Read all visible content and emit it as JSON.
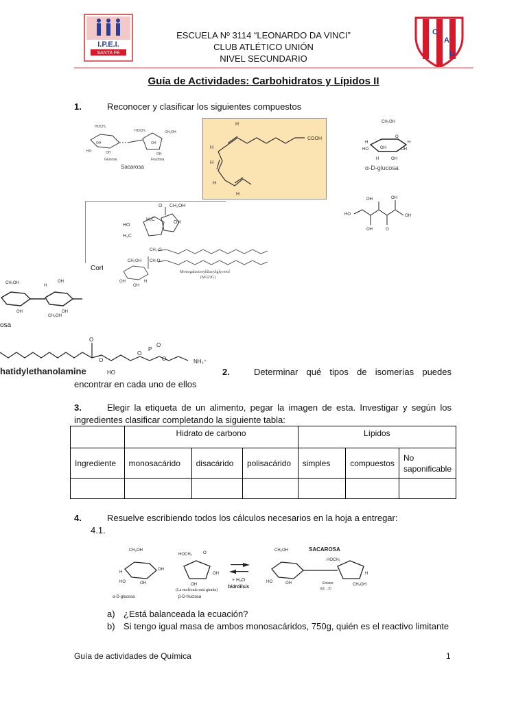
{
  "header": {
    "line1": "ESCUELA Nº 3114 “LEONARDO DA VINCI”",
    "line2": "CLUB ATLÉTICO UNIÓN",
    "line3": "NIVEL SECUNDARIO",
    "logo_left_text": "I.P.E.I.",
    "logo_left_sub": "SANTA FE",
    "logo_right_text": "CAU",
    "colors": {
      "rule": "#e8a6a6",
      "crest_red": "#d7192b",
      "logo_blue": "#2a3f9a"
    }
  },
  "title": "Guía de Actividades: Carbohidratos y Lípidos II",
  "q1": {
    "num": "1.",
    "text": "Reconocer y clasificar los siguientes compuestos"
  },
  "images": {
    "sacarosa": "Sacarosa",
    "glucosa": "α-D-glucosa",
    "cortis": "Cortis",
    "galacto": "Monogalactosyldiacylglycerol",
    "galacto2": "(MGDG)",
    "sacarosa_small_1": "Glucosa",
    "sacarosa_small_2": "Fructosa",
    "lactosa_frag": "osa",
    "pe_label": "hatidylethanolamine",
    "cooh": "COOH"
  },
  "q2": {
    "num": "2.",
    "text": "Determinar qué tipos de isomerías puedes",
    "text2": "encontrar en cada uno de ellos"
  },
  "q3": {
    "num": "3.",
    "text": "Elegir la etiqueta de un alimento, pegar la imagen de esta. Investigar y según los",
    "text2": "ingredientes clasificar completando la siguiente tabla:"
  },
  "table": {
    "group_hc": "Hidrato de carbono",
    "group_lip": "Lípidos",
    "cols": [
      "Ingrediente",
      "monosacárido",
      "disacárido",
      "polisacárido",
      "simples",
      "compuestos",
      "No saponificable"
    ]
  },
  "q4": {
    "num": "4.",
    "text": "Resuelve escribiendo todos los cálculos necesarios en la hoja a entregar:",
    "sub": "4.1.",
    "reaction": {
      "left1": "α-D-glucosa",
      "left2": "β-D-fructosa",
      "note": "(La molécula está girada)",
      "water": "+ H₂O",
      "hidrolisis": "hidrólisis",
      "product": "SACAROSA",
      "enlace": "Enlace:",
      "enlace2": "α(1→2)"
    },
    "a": "a)",
    "a_text": "¿Está balanceada la ecuación?",
    "b": "b)",
    "b_text": "Si tengo igual masa de ambos monosacáridos, 750g, quién es el reactivo limitante"
  },
  "footer": {
    "left": "Guía de actividades de Química",
    "page": "1"
  }
}
